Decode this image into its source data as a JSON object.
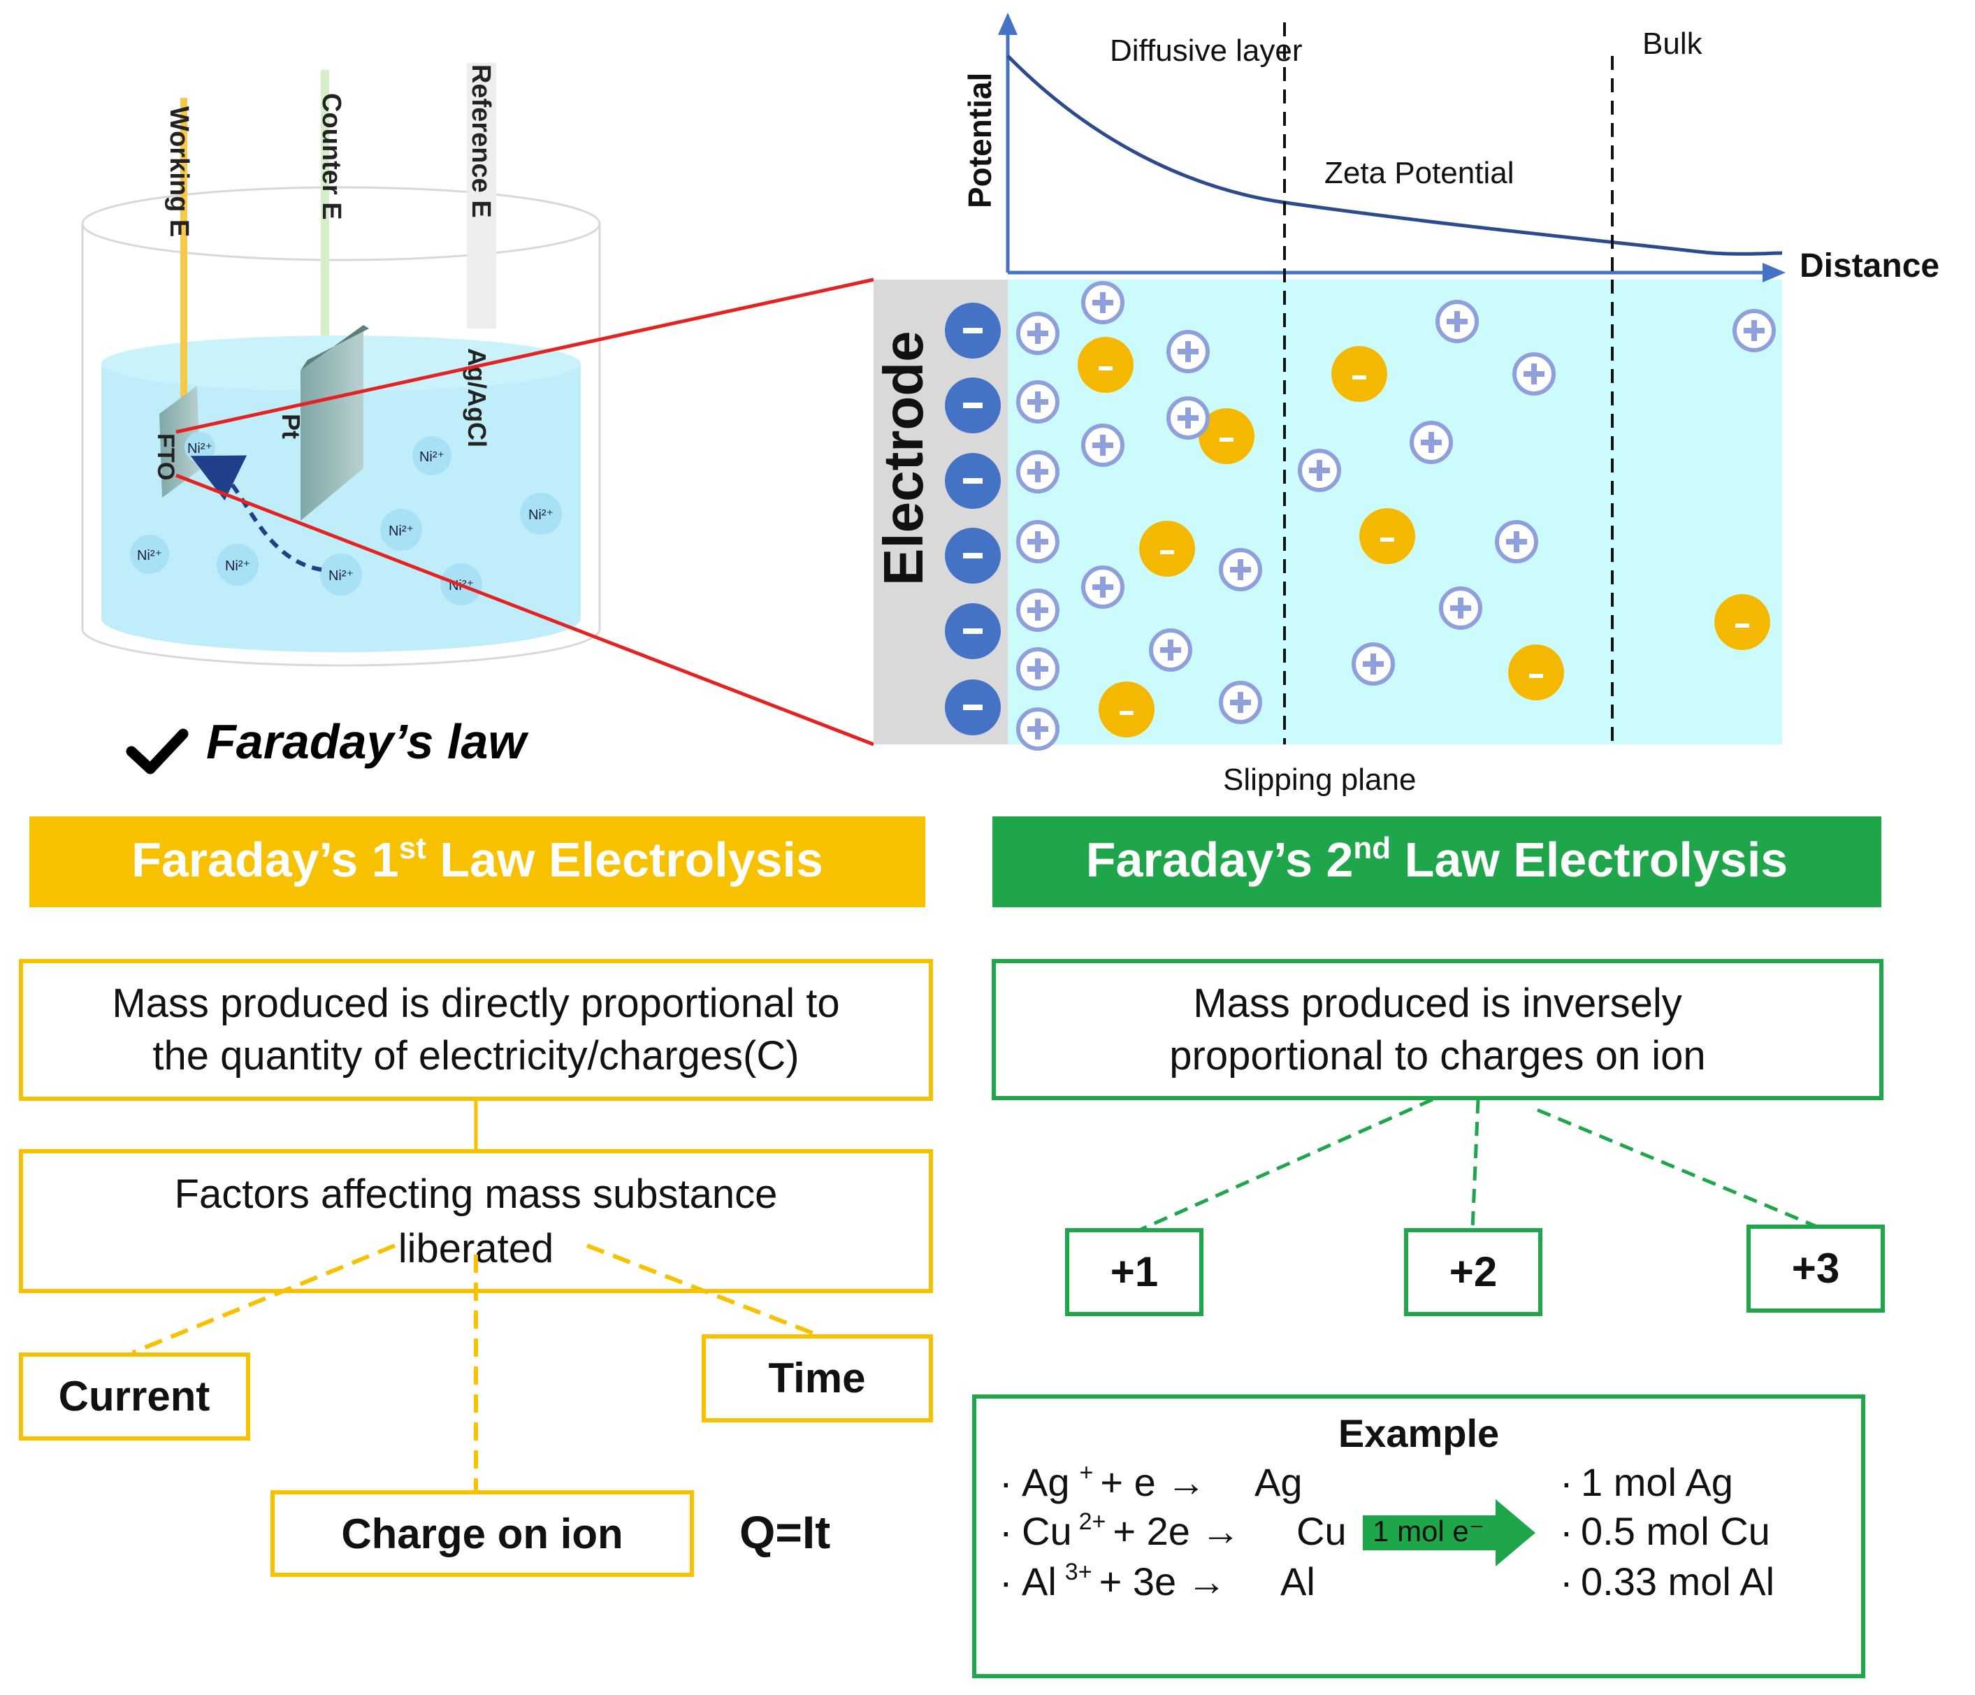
{
  "cell": {
    "electrodes": [
      {
        "label": "Working E",
        "material": "FTO"
      },
      {
        "label": "Counter E",
        "material": "Pt"
      },
      {
        "label": "Reference E",
        "material": "Ag/AgCl"
      }
    ],
    "ion_label": "Ni²⁺",
    "colors": {
      "solution": "#bfeefa",
      "zoom_line": "#e32222",
      "arrow": "#1f3f8a"
    }
  },
  "faraday_law": {
    "check_icon": "check-icon",
    "text": "Faraday’s law"
  },
  "double_layer": {
    "y_label": "Potential",
    "x_label": "Distance",
    "region_diffusive": "Diffusive layer",
    "region_bulk": "Bulk",
    "zeta": "Zeta Potential",
    "slipping_plane": "Slipping plane",
    "electrode": "Electrode",
    "minus_sign": "-",
    "colors": {
      "electrode": "#d9d9d9",
      "solution": "#ccfbfb",
      "axis": "#4472c4",
      "curve": "#2e4a8f",
      "electron": "#4472c4",
      "anion": "#f5b800",
      "cation": "#8e9fdc"
    }
  },
  "first_law": {
    "title_pre": "Faraday’s 1",
    "title_sup": "st",
    "title_post": " Law Electrolysis",
    "statement_line1": "Mass produced is directly proportional to",
    "statement_line2": "the quantity of electricity/charges(C)",
    "factors_line1": "Factors affecting mass substance",
    "factors_line2": "liberated",
    "current": "Current",
    "time": "Time",
    "charge": "Charge on ion",
    "formula": "Q=It",
    "color": "#f8c100"
  },
  "second_law": {
    "title_pre": "Faraday’s 2",
    "title_sup": "nd",
    "title_post": " Law Electrolysis",
    "statement_line1": "Mass produced is inversely",
    "statement_line2": "proportional to charges on ion",
    "charges": [
      "+1",
      "+2",
      "+3"
    ],
    "color": "#1fa64a"
  },
  "example": {
    "title": "Example",
    "bullet": "·",
    "rows": [
      {
        "ion": "Ag",
        "charge": "+",
        "rest": "+ e →",
        "product": "Ag",
        "result": "1 mol Ag"
      },
      {
        "ion": "Cu",
        "charge": "2+",
        "rest": "+ 2e →",
        "product": "Cu",
        "result": "0.5 mol Cu"
      },
      {
        "ion": "Al",
        "charge": "3+",
        "rest": "+ 3e →",
        "product": "Al",
        "result": "0.33 mol Al"
      }
    ],
    "arrow_label": "1 mol e⁻",
    "arrow_color": "#1fa64a"
  }
}
